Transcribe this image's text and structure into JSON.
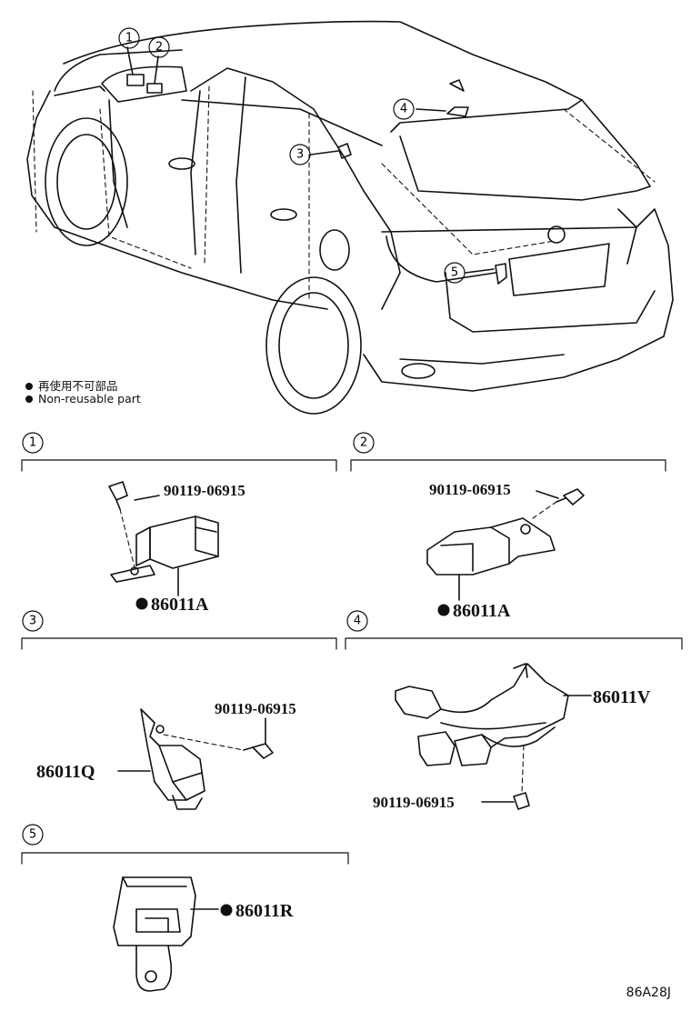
{
  "legend": {
    "line1": "再使用不可部品",
    "line2": "Non-reusable part"
  },
  "callouts": [
    "1",
    "2",
    "3",
    "4",
    "5"
  ],
  "sections": [
    {
      "number": "1",
      "bolt": "90119-06915",
      "part": "86011A",
      "non_reusable": true
    },
    {
      "number": "2",
      "bolt": "90119-06915",
      "part": "86011A",
      "non_reusable": true
    },
    {
      "number": "3",
      "bolt": "90119-06915",
      "part": "86011Q",
      "non_reusable": false
    },
    {
      "number": "4",
      "bolt": "90119-06915",
      "part": "86011V",
      "non_reusable": false
    },
    {
      "number": "5",
      "part": "86011R",
      "non_reusable": true
    }
  ],
  "diagram_code": "86A28J"
}
